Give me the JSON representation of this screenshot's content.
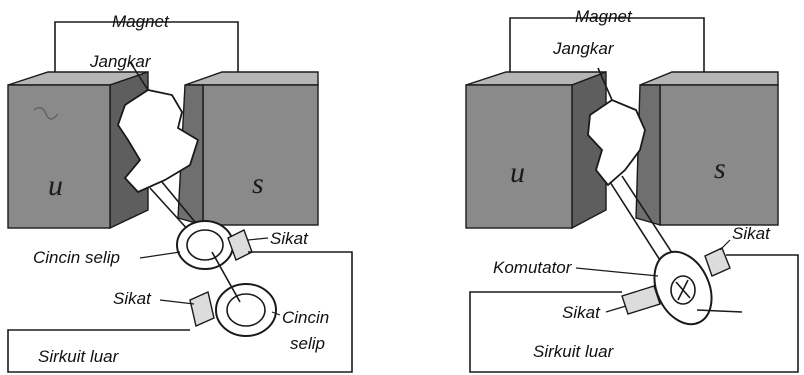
{
  "generator": {
    "magnet": "Magnet",
    "armature": "Jangkar",
    "north": "u",
    "south": "s",
    "slip_ring_1": "Cincin selip",
    "brush_1": "Sikat",
    "brush_2": "Sikat",
    "slip_ring_2_line1": "Cincin",
    "slip_ring_2_line2": "selip",
    "external_circuit": "Sirkuit luar"
  },
  "motor": {
    "magnet": "Magnet",
    "armature": "Jangkar",
    "north": "u",
    "south": "s",
    "brush_1": "Sikat",
    "commutator": "Komutator",
    "brush_2": "Sikat",
    "external_circuit": "Sirkuit luar"
  },
  "colors": {
    "pole_face": "#8a8a8a",
    "pole_top": "#b5b5b5",
    "pole_dark": "#5e5e5e",
    "outline": "#1a1a1a"
  }
}
